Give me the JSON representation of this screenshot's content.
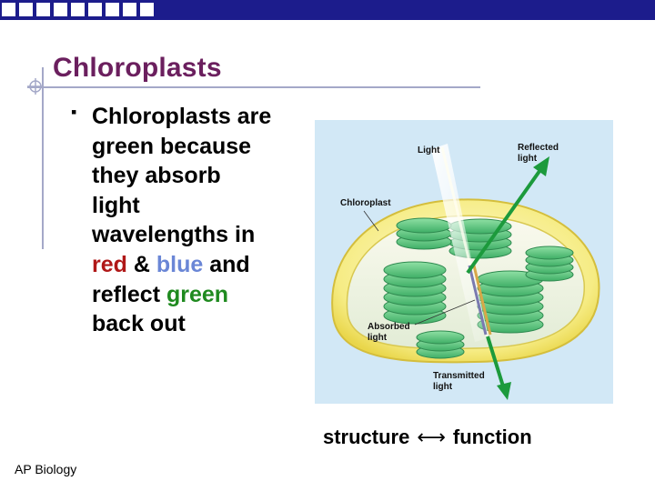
{
  "header": {
    "bar_color": "#1c1c8c",
    "square_count": 9
  },
  "slide": {
    "title": "Chloroplasts",
    "bullet": {
      "line1": "Chloroplasts are",
      "line2": "green because",
      "line3": "they absorb",
      "line4": "light",
      "line5": "wavelengths in",
      "line6_red": "red",
      "line6_amp": " & ",
      "line6_blue": "blue",
      "line6_and": " and",
      "line7_reflect": "reflect ",
      "line7_green": "green",
      "line8": "back out"
    },
    "colors": {
      "title": "#6b1f5e",
      "red": "#b01818",
      "blue": "#6a86d6",
      "green": "#1f8a1f"
    }
  },
  "figure": {
    "labels": {
      "light": "Light",
      "reflected": "Reflected light",
      "chloroplast": "Chloroplast",
      "absorbed": "Absorbed light",
      "transmitted": "Transmitted light"
    }
  },
  "caption": {
    "left": "structure",
    "arrow": "⟷",
    "right": "function"
  },
  "footer": {
    "text": "AP Biology"
  }
}
